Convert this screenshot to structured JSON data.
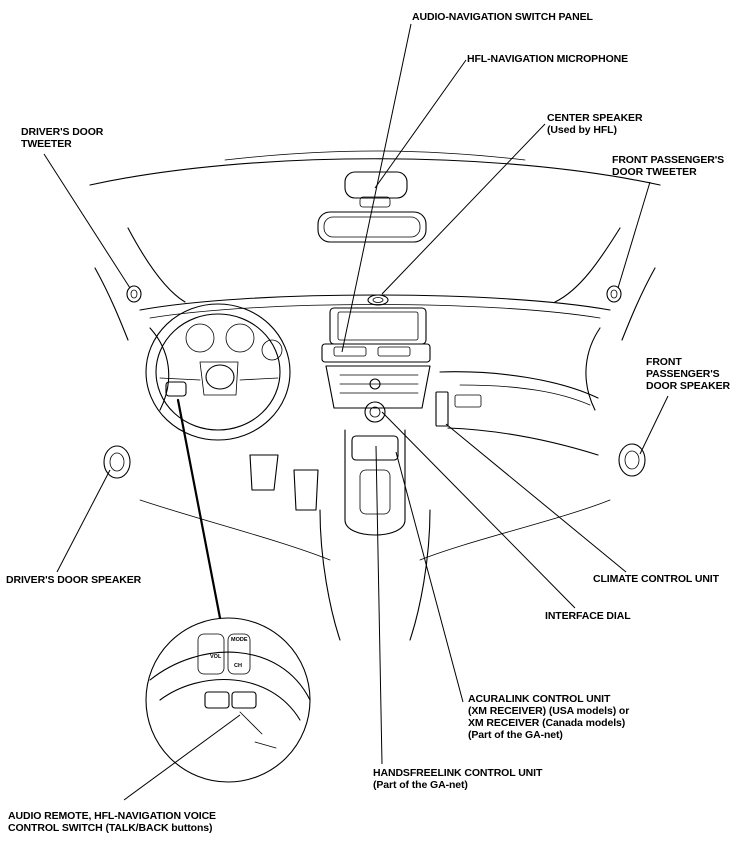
{
  "labels": {
    "audio_nav_panel": "AUDIO-NAVIGATION SWITCH PANEL",
    "hfl_mic": "HFL-NAVIGATION MICROPHONE",
    "center_speaker": "CENTER SPEAKER",
    "center_speaker_note": "(Used by HFL)",
    "drivers_door_tweeter": "DRIVER'S DOOR\nTWEETER",
    "front_pass_tweeter": "FRONT PASSENGER'S\nDOOR TWEETER",
    "front_pass_speaker": "FRONT\nPASSENGER'S\nDOOR SPEAKER",
    "drivers_door_speaker": "DRIVER'S DOOR SPEAKER",
    "climate_control": "CLIMATE CONTROL UNIT",
    "interface_dial": "INTERFACE DIAL",
    "acuralink": "ACURALINK CONTROL UNIT\n(XM RECEIVER) (USA models) or\nXM RECEIVER (Canada models)\n(Part of the GA-net)",
    "handsfreelink": "HANDSFREELINK CONTROL UNIT",
    "handsfreelink_note": "(Part of the GA-net)",
    "audio_remote": "AUDIO REMOTE, HFL-NAVIGATION VOICE\nCONTROL SWITCH (TALK/BACK buttons)"
  },
  "switch_buttons": {
    "mode": "MODE",
    "vol": "VOL",
    "ch": "CH"
  }
}
